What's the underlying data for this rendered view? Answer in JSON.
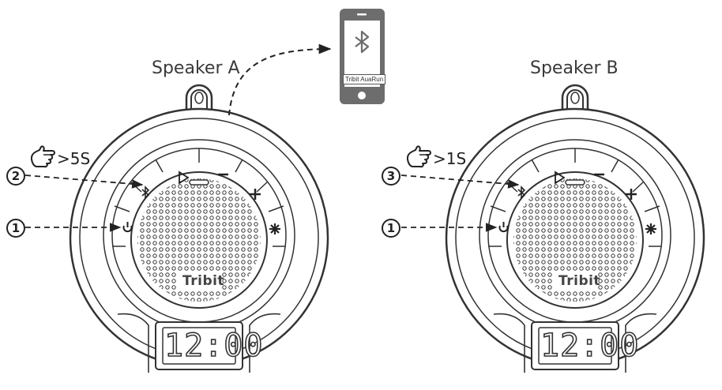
{
  "speaker_a": {
    "label": "Speaker A",
    "hold_time": ">5S",
    "step_top": "2",
    "step_bottom": "1",
    "brand": "Tribit",
    "clock": "12:00"
  },
  "speaker_b": {
    "label": "Speaker B",
    "hold_time": ">1S",
    "step_top": "3",
    "step_bottom": "1",
    "brand": "Tribit",
    "clock": "12:00"
  },
  "phone": {
    "app_label": "Tribit AuaRun",
    "icon": "bluetooth-icon"
  },
  "icons": [
    "hand-pointer-icon",
    "power-icon",
    "bluetooth-icon",
    "play-icon",
    "minus-icon",
    "plus-icon",
    "light-icon"
  ],
  "colors": {
    "line": "#333333",
    "phone_body": "#6d6d6d",
    "background": "#ffffff"
  }
}
